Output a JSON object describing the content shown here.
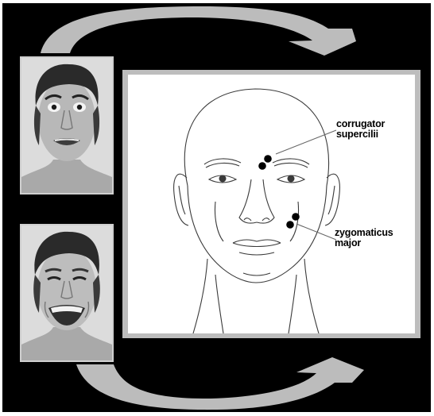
{
  "labels": {
    "corrugator_line1": "corrugator",
    "corrugator_line2": "supercilii",
    "zygomaticus_line1": "zygomaticus",
    "zygomaticus_line2": "major"
  },
  "colors": {
    "background": "#000000",
    "arrow": "#bcbcbc",
    "panel_border": "#bdbdbd",
    "panel": "#ffffff",
    "electrode": "#000000"
  },
  "photos": [
    {
      "expression": "fear",
      "position": "top-left"
    },
    {
      "expression": "smile",
      "position": "bottom-left"
    }
  ],
  "icons": {
    "top_arrow": "curved-arrow-right-icon",
    "bottom_arrow": "curved-arrow-right-icon"
  }
}
